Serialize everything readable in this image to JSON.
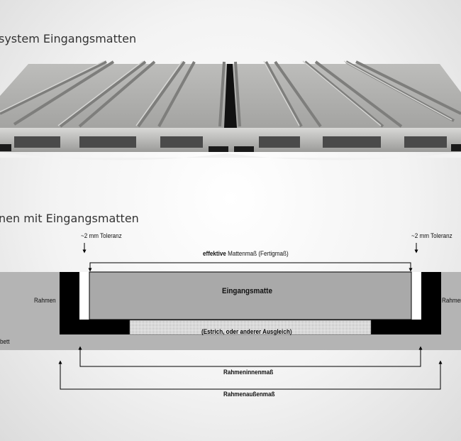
{
  "titles": {
    "top": "system Eingangsmatten",
    "bottom": "nen mit Eingangsmatten"
  },
  "diagram": {
    "tolerance_left": "~2 mm Toleranz",
    "tolerance_right": "~2 mm Toleranz",
    "effective_prefix": "effektive",
    "effective_rest": "Mattenmaß (Fertigmaß)",
    "mat": "Eingangsmatte",
    "frame_left": "Rahmen",
    "frame_right": "Rahmen",
    "bed": "bett",
    "screed": "(Estrich, oder anderer Ausgleich)",
    "inner_dim": "Rahmeninnenmaß",
    "outer_dim": "Rahmenaußenmaß"
  },
  "colors": {
    "frame": "#000000",
    "mat": "#a9a9a9",
    "bed": "#b4b4b4",
    "profile": "#a8a8a6"
  }
}
